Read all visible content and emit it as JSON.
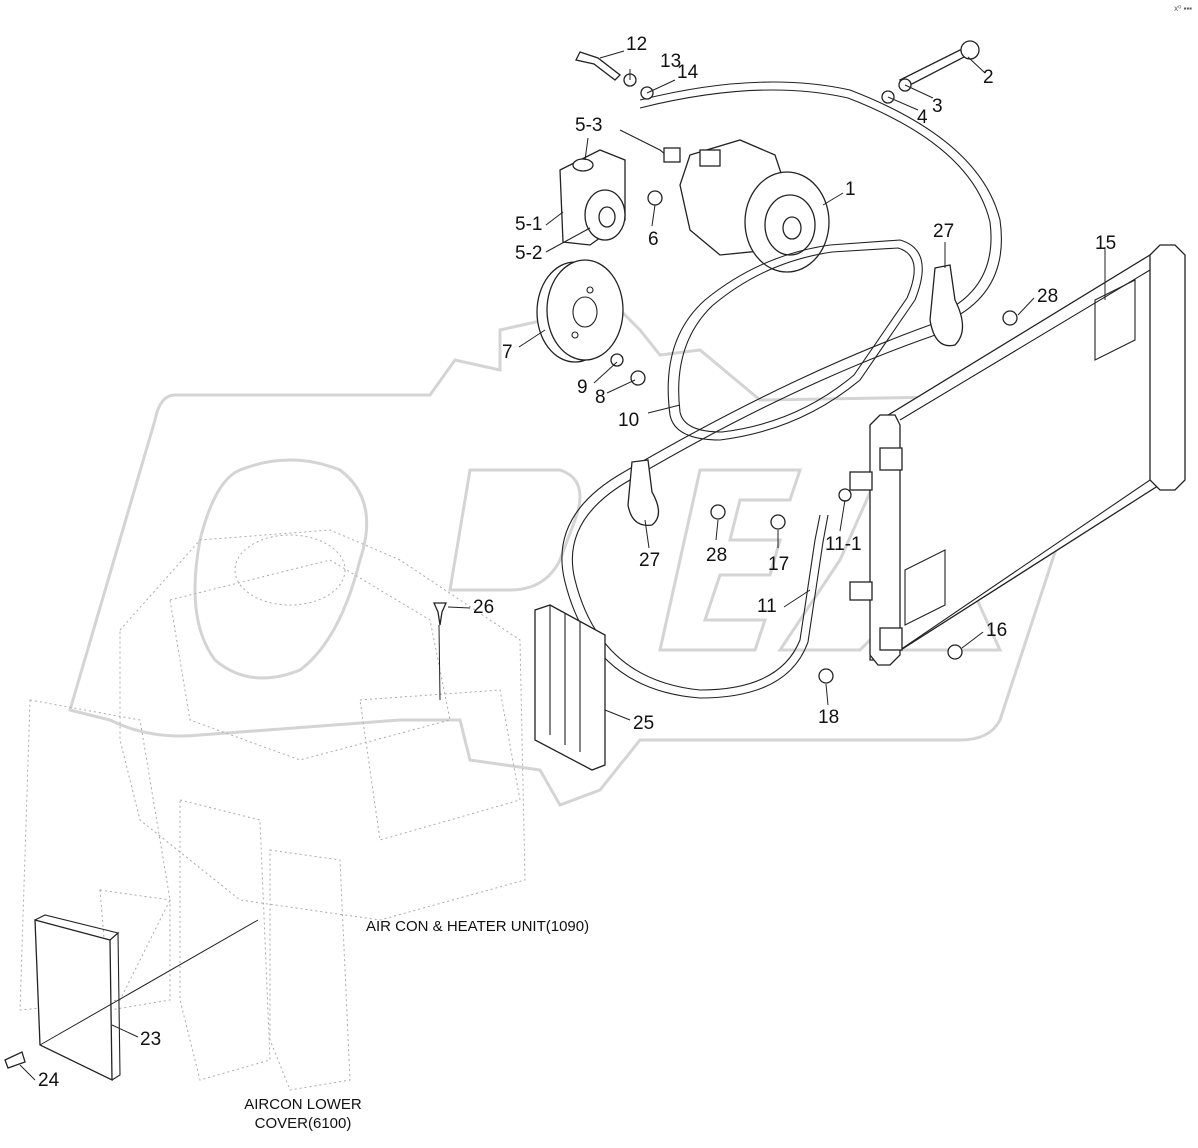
{
  "corner_mark": "x⁰ ▪▪▪",
  "callouts": [
    {
      "id": "c1",
      "text": "1"
    },
    {
      "id": "c2",
      "text": "2"
    },
    {
      "id": "c3",
      "text": "3"
    },
    {
      "id": "c4",
      "text": "4"
    },
    {
      "id": "c5-1",
      "text": "5-1"
    },
    {
      "id": "c5-2",
      "text": "5-2"
    },
    {
      "id": "c5-3",
      "text": "5-3"
    },
    {
      "id": "c6",
      "text": "6"
    },
    {
      "id": "c7",
      "text": "7"
    },
    {
      "id": "c8",
      "text": "8"
    },
    {
      "id": "c9",
      "text": "9"
    },
    {
      "id": "c10",
      "text": "10"
    },
    {
      "id": "c11",
      "text": "11"
    },
    {
      "id": "c11-1",
      "text": "11-1"
    },
    {
      "id": "c12",
      "text": "12"
    },
    {
      "id": "c13",
      "text": "13"
    },
    {
      "id": "c14",
      "text": "14"
    },
    {
      "id": "c15",
      "text": "15"
    },
    {
      "id": "c16",
      "text": "16"
    },
    {
      "id": "c17",
      "text": "17"
    },
    {
      "id": "c18",
      "text": "18"
    },
    {
      "id": "c23",
      "text": "23"
    },
    {
      "id": "c24",
      "text": "24"
    },
    {
      "id": "c25",
      "text": "25"
    },
    {
      "id": "c26",
      "text": "26"
    },
    {
      "id": "c27a",
      "text": "27"
    },
    {
      "id": "c27b",
      "text": "27"
    },
    {
      "id": "c28a",
      "text": "28"
    },
    {
      "id": "c28b",
      "text": "28"
    }
  ],
  "notes": {
    "heater_unit": "AIR CON & HEATER UNIT(1090)",
    "lower_cover_line1": "AIRCON LOWER",
    "lower_cover_line2": "COVER(6100)"
  },
  "watermark": "OPEX"
}
